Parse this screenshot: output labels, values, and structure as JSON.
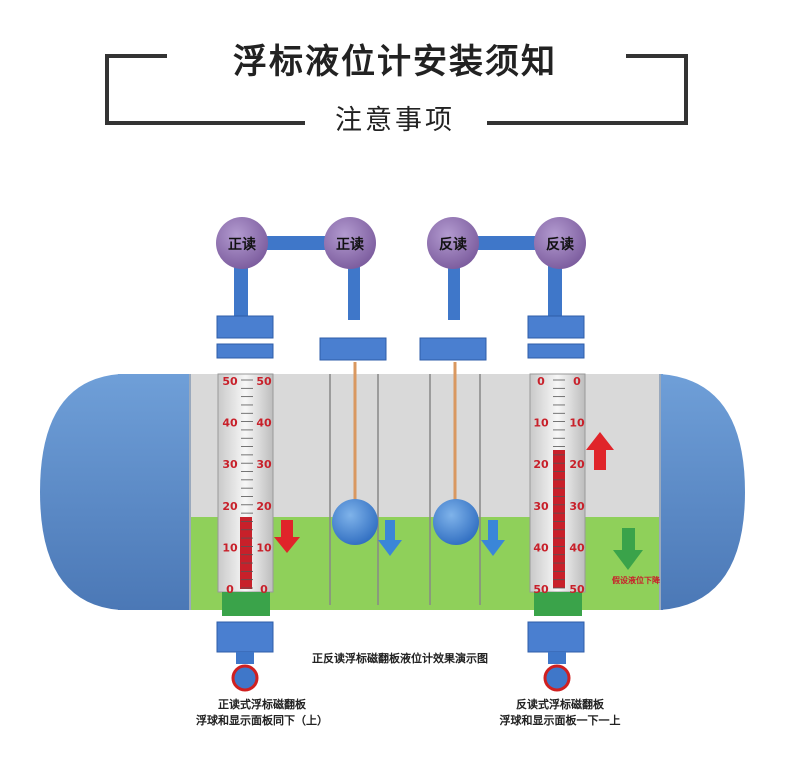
{
  "header": {
    "title": "浮标液位计安装须知",
    "subtitle": "注意事项"
  },
  "diagram": {
    "heads": [
      "正读",
      "正读",
      "反读",
      "反读"
    ],
    "scale_normal": [
      "50",
      "40",
      "30",
      "20",
      "10",
      "0"
    ],
    "scale_reverse": [
      "0",
      "10",
      "20",
      "30",
      "40",
      "50"
    ],
    "caption_center": "正反读浮标磁翻板液位计效果演示图",
    "caption_left_line1": "正读式浮标磁翻板",
    "caption_left_line2": "浮球和显示面板同下（上）",
    "caption_right_line1": "反读式浮标磁翻板",
    "caption_right_line2": "浮球和显示面板一下一上",
    "arrow_label": "假设液位下降",
    "colors": {
      "tank": "#5b8cc8",
      "tank_inner": "#d6d6d6",
      "liquid": "#8fd05a",
      "head": "#8e6fae",
      "pipe": "#3f77c9",
      "flange": "#4a7fd0",
      "bolt": "#d06a2a",
      "indicator_red": "#c8202a",
      "green_block": "#3aa34a",
      "arrow_red": "#e0242a",
      "arrow_blue": "#3a86d8",
      "arrow_green": "#3aa34a"
    }
  }
}
